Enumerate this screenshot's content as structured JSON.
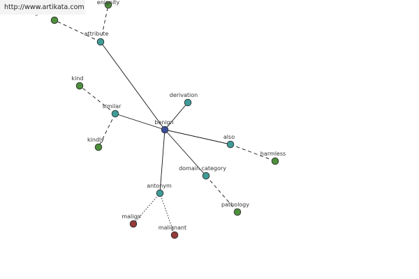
{
  "banner": {
    "url_text": "http://www.artikata.com"
  },
  "colors": {
    "background": "#ffffff",
    "center": "#3a4f99",
    "relation": "#3f9b98",
    "word": "#4d8f3c",
    "antonym_word": "#943a3a"
  },
  "graph": {
    "nodes": [
      {
        "id": "benign",
        "label": "benign",
        "kind": "center"
      },
      {
        "id": "attribute",
        "label": "attribute",
        "kind": "relation"
      },
      {
        "id": "derivation",
        "label": "derivation",
        "kind": "relation"
      },
      {
        "id": "similar",
        "label": "similar",
        "kind": "relation"
      },
      {
        "id": "also",
        "label": "also",
        "kind": "relation"
      },
      {
        "id": "domain_category",
        "label": "domain category",
        "kind": "relation"
      },
      {
        "id": "antonym",
        "label": "antonym",
        "kind": "relation"
      },
      {
        "id": "benignity",
        "label": "enignity",
        "kind": "word"
      },
      {
        "id": "benignancy",
        "label": "g",
        "kind": "word"
      },
      {
        "id": "kind",
        "label": "kind",
        "kind": "word"
      },
      {
        "id": "kindly",
        "label": "kindly",
        "kind": "word"
      },
      {
        "id": "harmless",
        "label": "harmless",
        "kind": "word"
      },
      {
        "id": "pathology",
        "label": "pathology",
        "kind": "word"
      },
      {
        "id": "malign",
        "label": "malign",
        "kind": "antonym_word"
      },
      {
        "id": "malignant",
        "label": "malignant",
        "kind": "antonym_word"
      }
    ],
    "edges": [
      {
        "from": "benign",
        "to": "attribute",
        "style": "solid"
      },
      {
        "from": "benign",
        "to": "derivation",
        "style": "solid"
      },
      {
        "from": "benign",
        "to": "similar",
        "style": "solid"
      },
      {
        "from": "benign",
        "to": "also",
        "style": "solid"
      },
      {
        "from": "benign",
        "to": "domain_category",
        "style": "solid"
      },
      {
        "from": "benign",
        "to": "antonym",
        "style": "solid"
      },
      {
        "from": "attribute",
        "to": "benignity",
        "style": "dashed"
      },
      {
        "from": "attribute",
        "to": "benignancy",
        "style": "dashed"
      },
      {
        "from": "similar",
        "to": "kind",
        "style": "dashed"
      },
      {
        "from": "similar",
        "to": "kindly",
        "style": "dashed"
      },
      {
        "from": "also",
        "to": "harmless",
        "style": "dashed"
      },
      {
        "from": "domain_category",
        "to": "pathology",
        "style": "dashed"
      },
      {
        "from": "antonym",
        "to": "malign",
        "style": "dotted"
      },
      {
        "from": "antonym",
        "to": "malignant",
        "style": "dotted"
      }
    ]
  }
}
